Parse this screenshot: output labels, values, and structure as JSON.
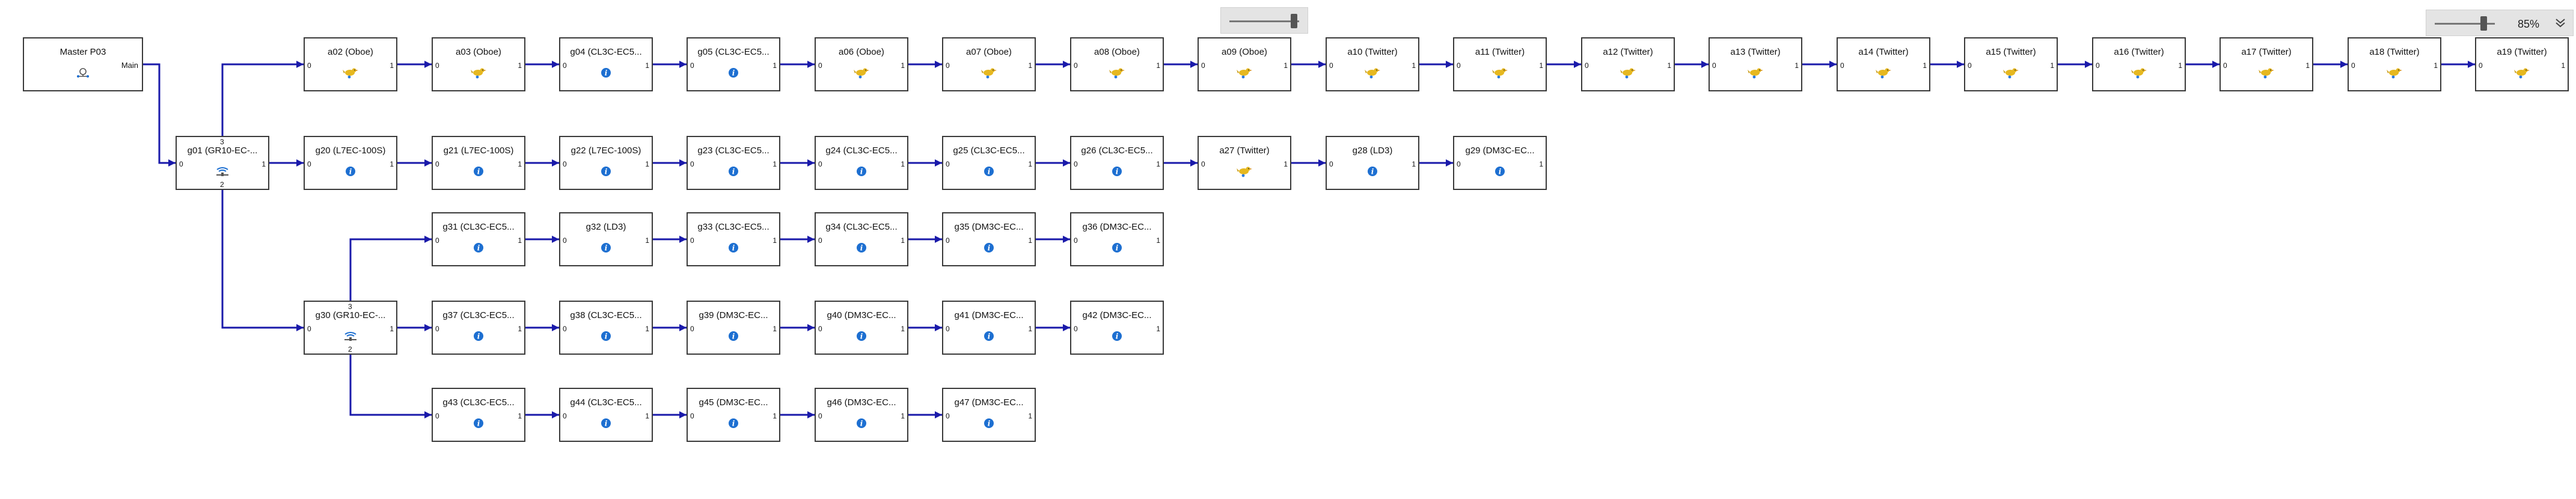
{
  "master": {
    "title": "Master P03",
    "port": "Main"
  },
  "ports": {
    "in": "0",
    "out": "1",
    "top": "3",
    "bottom": "2"
  },
  "zoom": {
    "level": "85%"
  },
  "nodes": [
    {
      "id": "a02",
      "title": "a02 (Oboe)",
      "icon": "bird-icon"
    },
    {
      "id": "a03",
      "title": "a03 (Oboe)",
      "icon": "bird-icon"
    },
    {
      "id": "g04",
      "title": "g04 (CL3C-EC5...",
      "icon": "info-icon"
    },
    {
      "id": "g05",
      "title": "g05 (CL3C-EC5...",
      "icon": "info-icon"
    },
    {
      "id": "a06",
      "title": "a06 (Oboe)",
      "icon": "bird-icon"
    },
    {
      "id": "a07",
      "title": "a07 (Oboe)",
      "icon": "bird-icon"
    },
    {
      "id": "a08",
      "title": "a08 (Oboe)",
      "icon": "bird-icon"
    },
    {
      "id": "a09",
      "title": "a09 (Oboe)",
      "icon": "bird-icon"
    },
    {
      "id": "a10",
      "title": "a10 (Twitter)",
      "icon": "bird-icon"
    },
    {
      "id": "a11",
      "title": "a11 (Twitter)",
      "icon": "bird-icon"
    },
    {
      "id": "a12",
      "title": "a12 (Twitter)",
      "icon": "bird-icon"
    },
    {
      "id": "a13",
      "title": "a13 (Twitter)",
      "icon": "bird-icon"
    },
    {
      "id": "a14",
      "title": "a14 (Twitter)",
      "icon": "bird-icon"
    },
    {
      "id": "a15",
      "title": "a15 (Twitter)",
      "icon": "bird-icon"
    },
    {
      "id": "a16",
      "title": "a16 (Twitter)",
      "icon": "bird-icon"
    },
    {
      "id": "a17",
      "title": "a17 (Twitter)",
      "icon": "bird-icon"
    },
    {
      "id": "a18",
      "title": "a18 (Twitter)",
      "icon": "bird-icon"
    },
    {
      "id": "a19",
      "title": "a19 (Twitter)",
      "icon": "bird-icon"
    },
    {
      "id": "g01",
      "title": "g01 (GR10-EC-...",
      "icon": "gateway-icon"
    },
    {
      "id": "g20",
      "title": "g20 (L7EC-100S)",
      "icon": "info-icon"
    },
    {
      "id": "g21",
      "title": "g21 (L7EC-100S)",
      "icon": "info-icon"
    },
    {
      "id": "g22",
      "title": "g22 (L7EC-100S)",
      "icon": "info-icon"
    },
    {
      "id": "g23",
      "title": "g23 (CL3C-EC5...",
      "icon": "info-icon"
    },
    {
      "id": "g24",
      "title": "g24 (CL3C-EC5...",
      "icon": "info-icon"
    },
    {
      "id": "g25",
      "title": "g25 (CL3C-EC5...",
      "icon": "info-icon"
    },
    {
      "id": "g26",
      "title": "g26 (CL3C-EC5...",
      "icon": "info-icon"
    },
    {
      "id": "a27",
      "title": "a27 (Twitter)",
      "icon": "bird-icon"
    },
    {
      "id": "g28",
      "title": "g28 (LD3)",
      "icon": "info-icon"
    },
    {
      "id": "g29",
      "title": "g29 (DM3C-EC...",
      "icon": "info-icon"
    },
    {
      "id": "g31",
      "title": "g31 (CL3C-EC5...",
      "icon": "info-icon"
    },
    {
      "id": "g32",
      "title": "g32 (LD3)",
      "icon": "info-icon"
    },
    {
      "id": "g33",
      "title": "g33 (CL3C-EC5...",
      "icon": "info-icon"
    },
    {
      "id": "g34",
      "title": "g34 (CL3C-EC5...",
      "icon": "info-icon"
    },
    {
      "id": "g35",
      "title": "g35 (DM3C-EC...",
      "icon": "info-icon"
    },
    {
      "id": "g36",
      "title": "g36 (DM3C-EC...",
      "icon": "info-icon"
    },
    {
      "id": "g30",
      "title": "g30 (GR10-EC-...",
      "icon": "gateway-icon"
    },
    {
      "id": "g37",
      "title": "g37 (CL3C-EC5...",
      "icon": "info-icon"
    },
    {
      "id": "g38",
      "title": "g38 (CL3C-EC5...",
      "icon": "info-icon"
    },
    {
      "id": "g39",
      "title": "g39 (DM3C-EC...",
      "icon": "info-icon"
    },
    {
      "id": "g40",
      "title": "g40 (DM3C-EC...",
      "icon": "info-icon"
    },
    {
      "id": "g41",
      "title": "g41 (DM3C-EC...",
      "icon": "info-icon"
    },
    {
      "id": "g42",
      "title": "g42 (DM3C-EC...",
      "icon": "info-icon"
    },
    {
      "id": "g43",
      "title": "g43 (CL3C-EC5...",
      "icon": "info-icon"
    },
    {
      "id": "g44",
      "title": "g44 (CL3C-EC5...",
      "icon": "info-icon"
    },
    {
      "id": "g45",
      "title": "g45 (DM3C-EC...",
      "icon": "info-icon"
    },
    {
      "id": "g46",
      "title": "g46 (DM3C-EC...",
      "icon": "info-icon"
    },
    {
      "id": "g47",
      "title": "g47 (DM3C-EC...",
      "icon": "info-icon"
    }
  ],
  "colors": {
    "wire": "#1a1aaa",
    "border": "#3a3a3a",
    "bird": "#e6b820",
    "info": "#1d6fd1"
  }
}
